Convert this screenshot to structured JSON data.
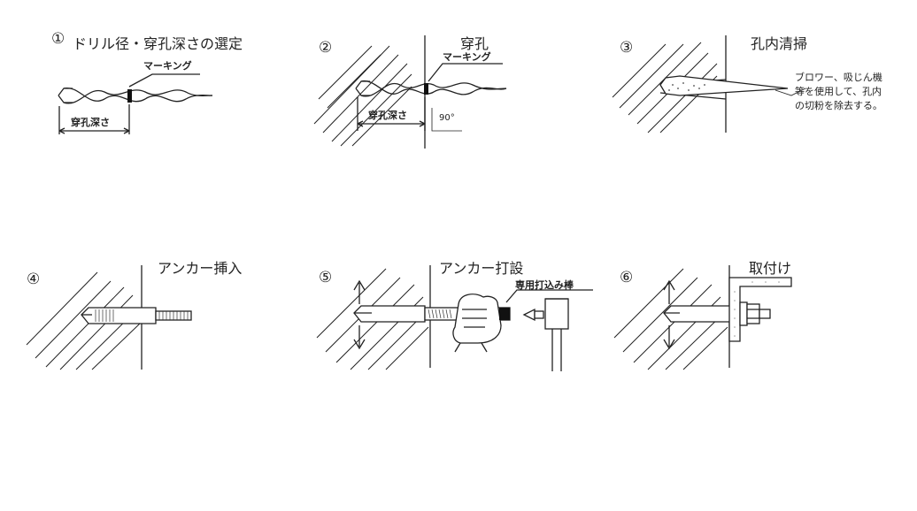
{
  "steps": [
    {
      "number": "①",
      "title": "ドリル径・穿孔深さの選定",
      "marking_label": "マーキング",
      "depth_label": "穿孔深さ"
    },
    {
      "number": "②",
      "title": "穿孔",
      "marking_label": "マーキング",
      "depth_label": "穿孔深さ",
      "angle_label": "90°"
    },
    {
      "number": "③",
      "title": "孔内清掃",
      "note": "ブロワー、吸じん機\n等を使用して、孔内\nの切粉を除去する。"
    },
    {
      "number": "④",
      "title": "アンカー挿入"
    },
    {
      "number": "⑤",
      "title": "アンカー打設",
      "tool_label": "専用打込み棒"
    },
    {
      "number": "⑥",
      "title": "取付け"
    }
  ]
}
